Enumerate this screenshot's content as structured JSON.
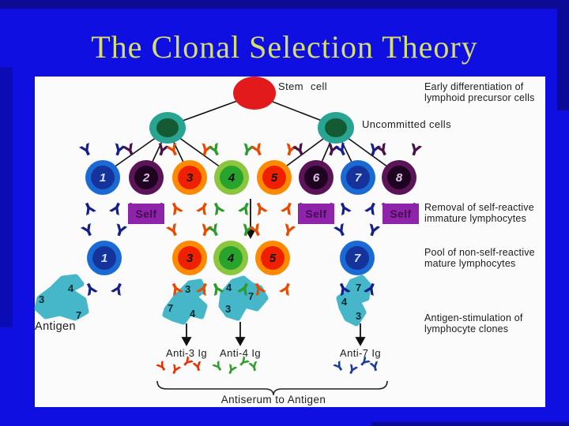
{
  "title": "The Clonal Selection Theory",
  "palette": {
    "background": "#0f0fe2",
    "frame": "#0b0b96",
    "panel": "#fbfbfb",
    "title_color": "#d6df6d",
    "stem_cell_red": "#e31a1c",
    "uncommitted_outer": "#27a492",
    "uncommitted_inner": "#145b33",
    "cell_blue_outer": "#1a6ad4",
    "cell_blue_inner": "#16339c",
    "cell_purple_outer": "#5c1458",
    "cell_purple_inner": "#1e0420",
    "cell_orange_outer": "#ff8a00",
    "cell_orange_inner": "#ef2000",
    "cell_green_outer": "#8cc63e",
    "cell_green_inner": "#28a32b",
    "self_box": "#8e24aa",
    "antigen_teal": "#45b7c8",
    "anti3_red": "#e83000",
    "anti4_green": "#2ca02c",
    "anti7_blue": "#1a3a9e"
  },
  "labels": {
    "stem_cell": "Stem cell",
    "uncommitted": "Uncommitted cells",
    "self": "Self",
    "antigen": "Antigen",
    "antiserum": "Antiserum to Antigen"
  },
  "annotations": [
    "Early differentiation of\nlymphoid precursor cells",
    "Removal of self-reactive\nimmature lymphocytes",
    "Pool of non-self-reactive\nmature lymphocytes",
    "Antigen-stimulation of\nlymphocyte clones"
  ],
  "row1": [
    {
      "num": "1",
      "color": "blue"
    },
    {
      "num": "2",
      "color": "purple"
    },
    {
      "num": "3",
      "color": "orange"
    },
    {
      "num": "4",
      "color": "green"
    },
    {
      "num": "5",
      "color": "orange"
    },
    {
      "num": "6",
      "color": "purple"
    },
    {
      "num": "7",
      "color": "blue"
    },
    {
      "num": "8",
      "color": "purple"
    }
  ],
  "row2": [
    {
      "num": "1",
      "color": "blue"
    },
    {
      "num": "3",
      "color": "orange"
    },
    {
      "num": "4",
      "color": "green"
    },
    {
      "num": "5",
      "color": "orange"
    },
    {
      "num": "7",
      "color": "blue"
    }
  ],
  "antigens": {
    "left": [
      "3",
      "4",
      "7"
    ],
    "a": [
      "3",
      "7",
      "4"
    ],
    "b": [
      "4",
      "7",
      "3"
    ],
    "c": [
      "7",
      "4",
      "3"
    ]
  },
  "anti_ig": [
    {
      "label": "Anti-3 Ig"
    },
    {
      "label": "Anti-4 Ig"
    },
    {
      "label": "Anti-7 Ig"
    }
  ]
}
